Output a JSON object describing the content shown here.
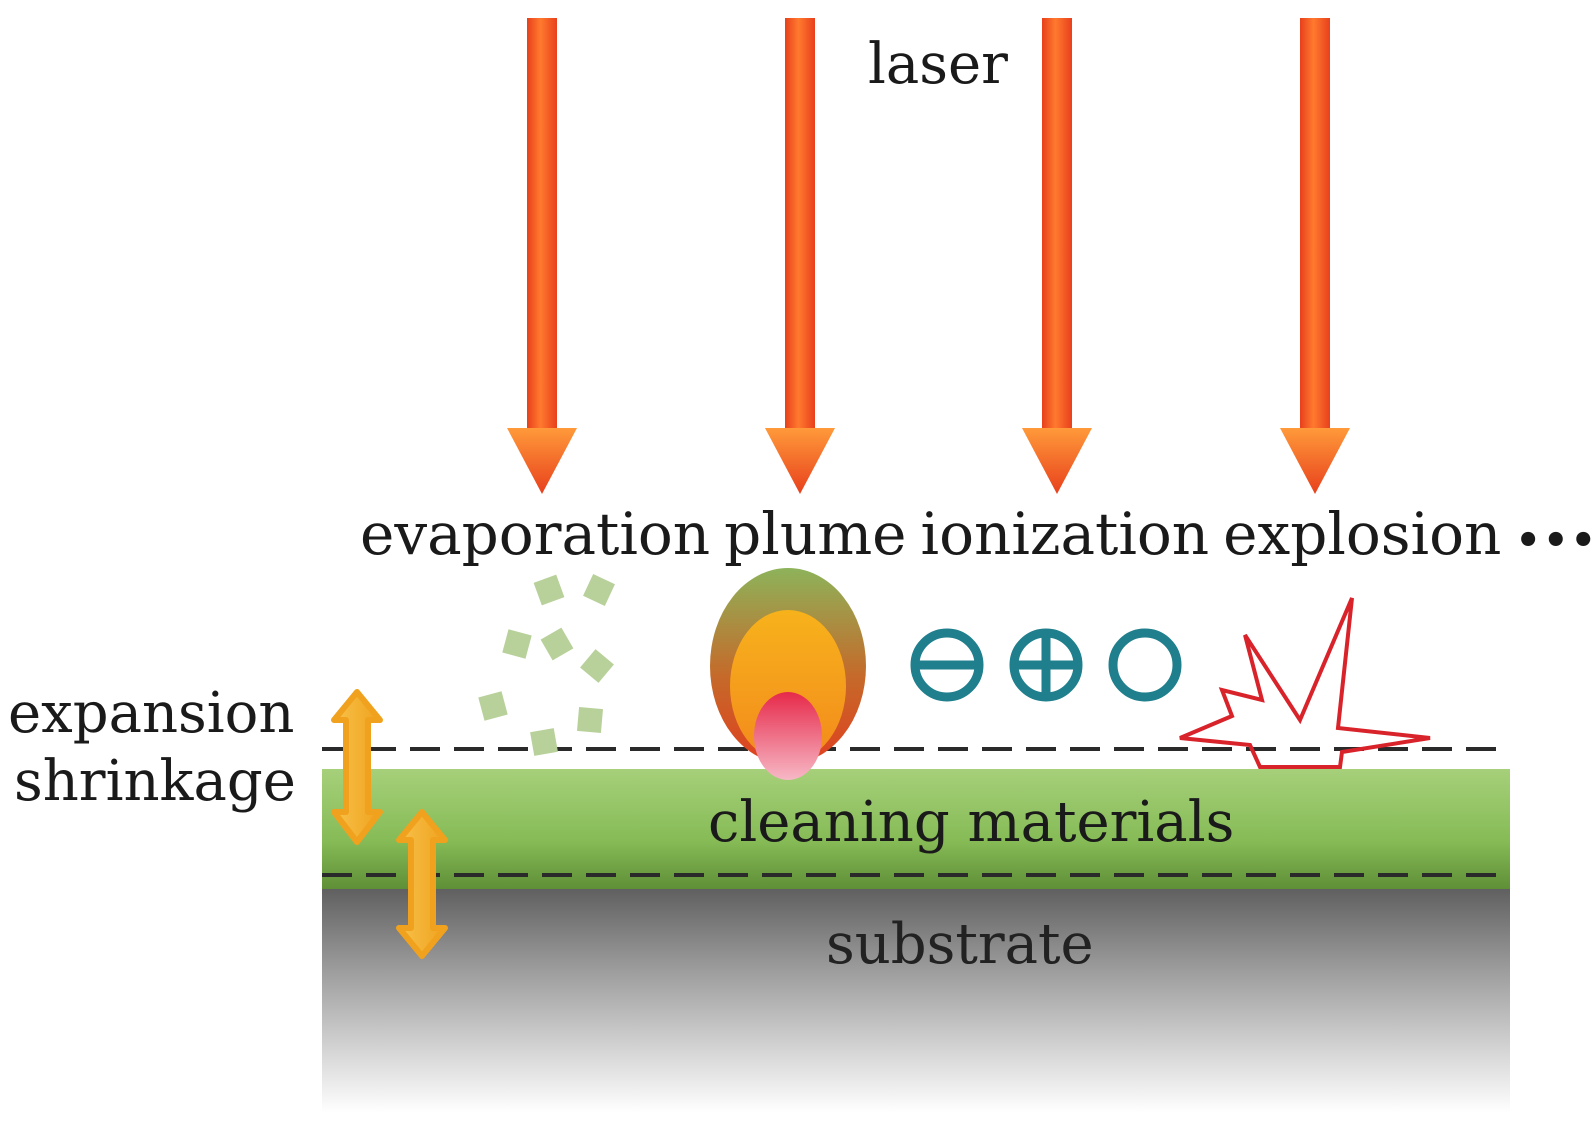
{
  "labels": {
    "laser": "laser",
    "processes": [
      "evaporation",
      "plume",
      "ionization",
      "explosion"
    ],
    "ellipsis": "•••",
    "expansion": "expansion",
    "shrinkage": "shrinkage",
    "cleaning_materials": "cleaning materials",
    "substrate": "substrate"
  },
  "ion_symbols": [
    "negative-ion",
    "positive-ion",
    "neutral-particle"
  ],
  "colors": {
    "laser_arrow_light": "#ffb347",
    "laser_arrow_dark": "#e8401c",
    "cleaning_layer": "#8dc063",
    "substrate_top": "#6d6d6d",
    "substrate_bottom": "#ffffff",
    "particles": "#b8d19a",
    "ions": "#1f7f8c",
    "explosion": "#d9232b",
    "vibration_arrows": "#f5b335",
    "plume_outer": "#8db35a",
    "plume_middle": "#f7a21b",
    "plume_inner": "#e8395a"
  }
}
